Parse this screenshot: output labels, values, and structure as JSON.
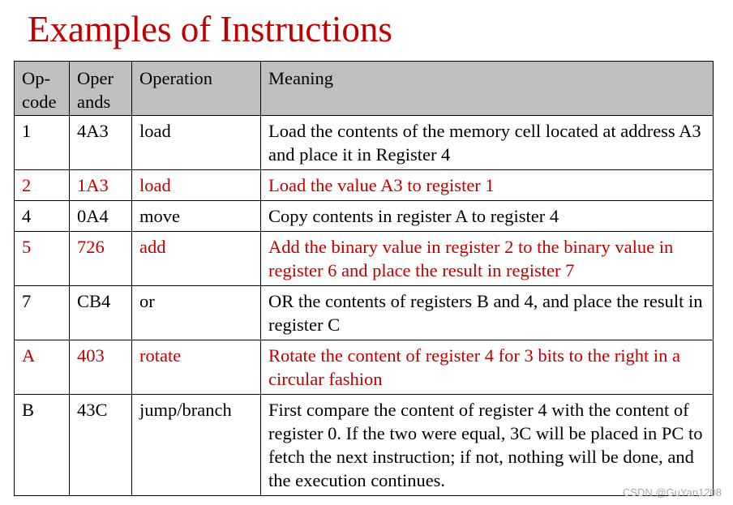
{
  "title": "Examples of Instructions",
  "table": {
    "headers": {
      "opcode": "Op-code",
      "operands": "Oper ands",
      "operation": "Operation",
      "meaning": "Meaning"
    },
    "rows": [
      {
        "opcode": "1",
        "operands": "4A3",
        "operation": "load",
        "meaning": "Load the contents of the memory cell located at address A3 and place it in Register 4",
        "color": "#000000"
      },
      {
        "opcode": "2",
        "operands": "1A3",
        "operation": "load",
        "meaning": "Load the value A3 to register 1",
        "color": "#c00000"
      },
      {
        "opcode": "4",
        "operands": "0A4",
        "operation": "move",
        "meaning": "Copy contents in register A to register 4",
        "color": "#000000"
      },
      {
        "opcode": "5",
        "operands": "726",
        "operation": "add",
        "meaning": "Add the binary value in register 2 to the binary value in register 6 and place the result in register 7",
        "color": "#c00000"
      },
      {
        "opcode": "7",
        "operands": "CB4",
        "operation": "or",
        "meaning": "OR the contents of registers B and 4, and place the result in register C",
        "color": "#000000"
      },
      {
        "opcode": "A",
        "operands": "403",
        "operation": "rotate",
        "meaning": "Rotate the content of register 4 for 3 bits to the right in a circular fashion",
        "color": "#c00000"
      },
      {
        "opcode": "B",
        "operands": "43C",
        "operation": "jump/branch",
        "meaning": "First compare the content of register 4 with the content of register 0. If the two were equal, 3C will be placed in PC to fetch the next instruction; if not, nothing will be done, and the execution continues.",
        "color": "#000000"
      }
    ]
  },
  "watermark": "CSDN @GuYan1208",
  "colors": {
    "title": "#c00000",
    "highlight_row_text": "#c00000",
    "header_background": "#bfbfbf"
  }
}
